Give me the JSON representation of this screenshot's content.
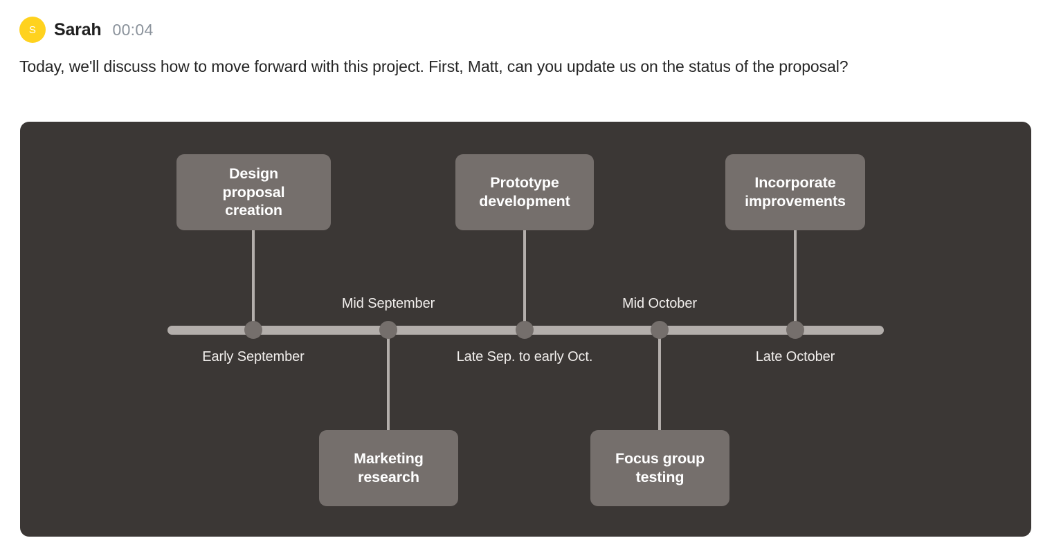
{
  "message": {
    "avatar_initial": "S",
    "avatar_color": "#FFD21E",
    "speaker": "Sarah",
    "timestamp": "00:04",
    "text": "Today, we'll discuss how to move forward with this project. First, Matt, can you update us on the status of the proposal?"
  },
  "diagram": {
    "type": "timeline",
    "background_color": "#3b3735",
    "axis_color": "#b3aeab",
    "node_color": "#756f6c",
    "label_color": "#f2efed",
    "milestones": [
      {
        "id": "design-proposal-creation",
        "card_label": "Design\nproposal\ncreation",
        "date_label": "Early September",
        "date_position": "below",
        "card_position": "above"
      },
      {
        "id": "marketing-research",
        "card_label": "Marketing\nresearch",
        "date_label": "Mid September",
        "date_position": "above",
        "card_position": "below"
      },
      {
        "id": "prototype-development",
        "card_label": "Prototype\ndevelopment",
        "date_label": "Late Sep. to early Oct.",
        "date_position": "below",
        "card_position": "above"
      },
      {
        "id": "focus-group-testing",
        "card_label": "Focus group\ntesting",
        "date_label": "Mid October",
        "date_position": "above",
        "card_position": "below"
      },
      {
        "id": "incorporate-improvements",
        "card_label": "Incorporate\nimprovements",
        "date_label": "Late October",
        "date_position": "below",
        "card_position": "above"
      }
    ]
  }
}
